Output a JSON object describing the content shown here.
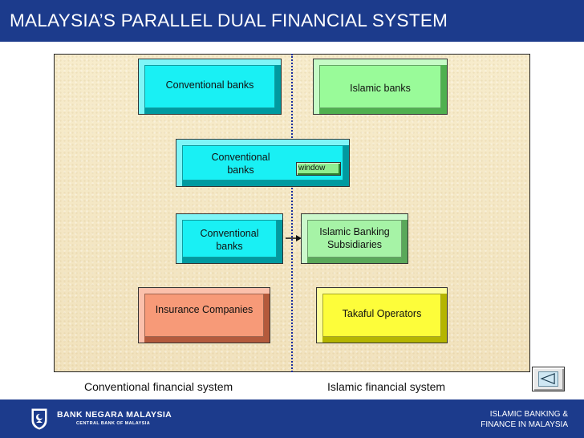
{
  "title": "MALAYSIA’S PARALLEL DUAL FINANCIAL SYSTEM",
  "rows": [
    {
      "left": "Conventional banks",
      "right": "Islamic banks"
    },
    {
      "left": "Conventional banks",
      "window": "window"
    },
    {
      "left": "Conventional banks",
      "right": "Islamic Banking Subsidiaries"
    },
    {
      "left": "Insurance Companies",
      "right": "Takaful Operators"
    }
  ],
  "captions": {
    "left": "Conventional financial system",
    "right": "Islamic financial system"
  },
  "footer": {
    "bank_name": "BANK NEGARA MALAYSIA",
    "bank_sub": "CENTRAL BANK OF MALAYSIA",
    "right_line1": "ISLAMIC BANKING  &",
    "right_line2": "FINANCE IN MALAYSIA"
  },
  "colors": {
    "header": "#1c3b8c",
    "conventional": "#00e6ea",
    "islamic": "#8df58d",
    "insurance": "#f69270",
    "takaful": "#fbfb2c"
  },
  "icons": {
    "back": "back-triangle-icon",
    "logo": "bank-logo-icon",
    "connector": "arrow-connector-icon"
  }
}
